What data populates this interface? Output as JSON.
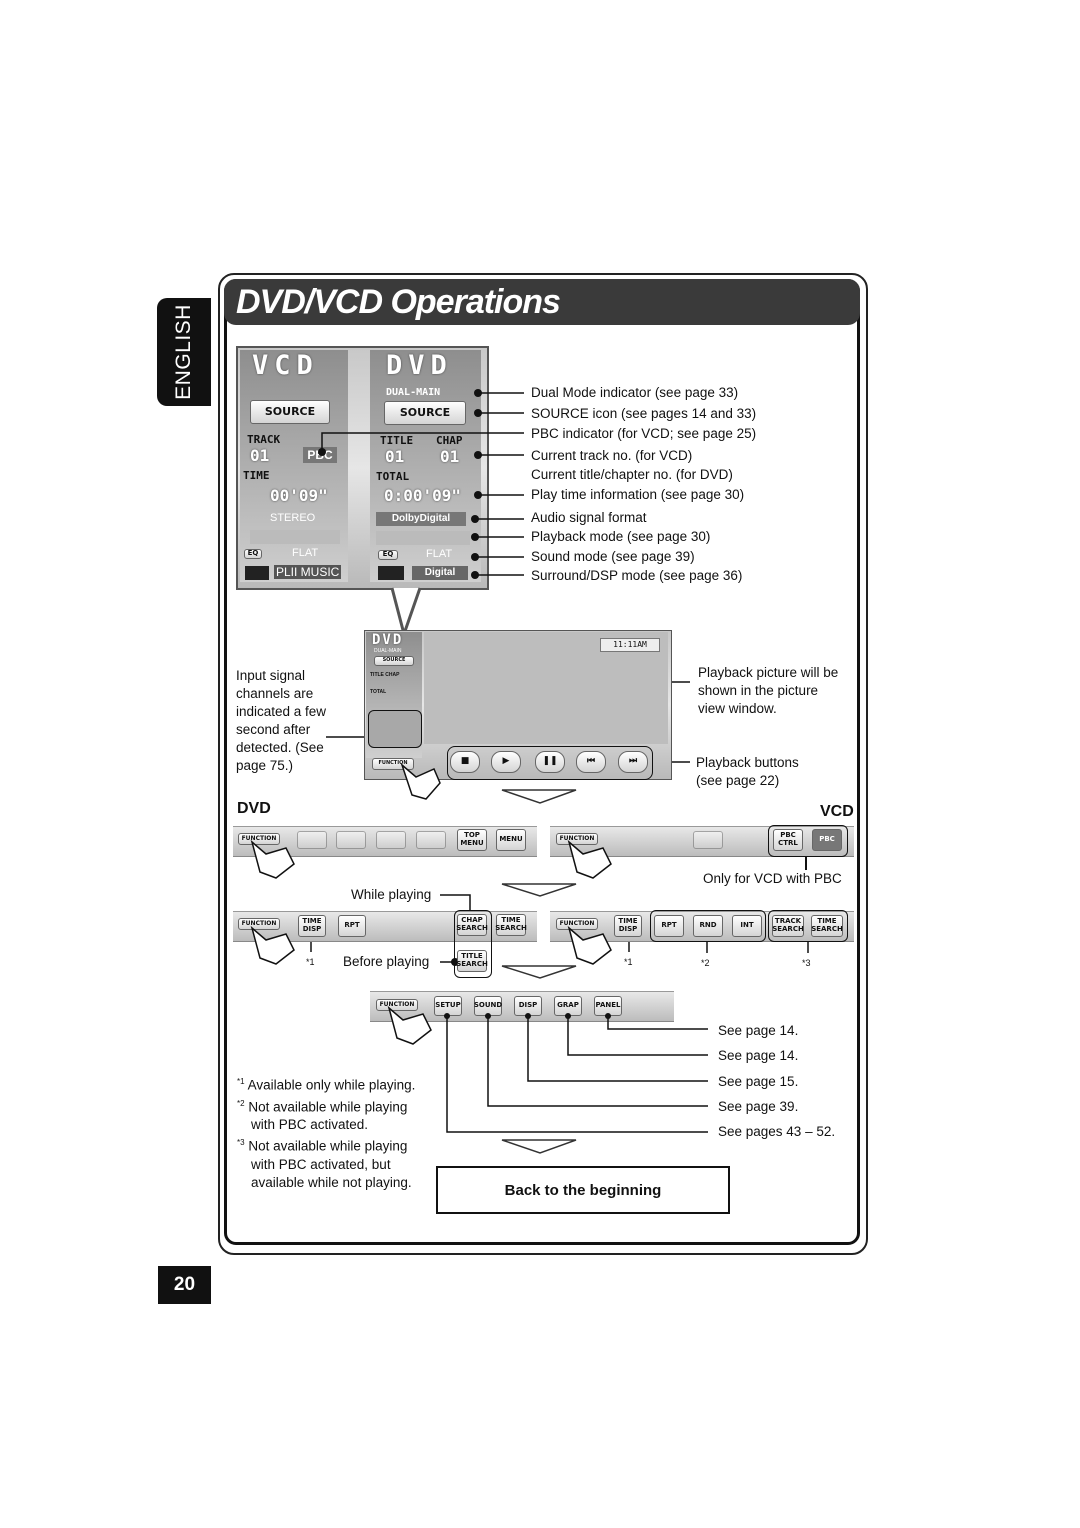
{
  "side_tab": "ENGLISH",
  "title": "DVD/VCD Operations",
  "page_number": "20",
  "vcd_screen": {
    "header": "VCD",
    "source": "SOURCE",
    "track_label": "TRACK",
    "track_no": "01",
    "pbc": "PBC",
    "time_label": "TIME",
    "time": "00'09\"",
    "audio": "STEREO",
    "eq": "EQ",
    "sound": "FLAT",
    "surround": "PLII MUSIC"
  },
  "dvd_screen": {
    "header": "DVD",
    "dual": "DUAL-MAIN",
    "source": "SOURCE",
    "title_label": "TITLE",
    "chap_label": "CHAP",
    "title_no": "01",
    "chap_no": "01",
    "total_label": "TOTAL",
    "time": "0:00'09\"",
    "audio": "DolbyDigital",
    "eq": "EQ",
    "sound": "FLAT",
    "surround": "Digital"
  },
  "callouts": [
    "Dual Mode indicator (see page 33)",
    "SOURCE icon (see pages 14 and 33)",
    "PBC indicator (for VCD; see page 25)",
    "Current track no. (for VCD)",
    "Current title/chapter no. (for DVD)",
    "Play time information (see page 30)",
    "Audio signal format",
    "Playback mode (see page 30)",
    "Sound mode (see page 39)",
    "Surround/DSP mode (see page 36)"
  ],
  "mini_screen": {
    "header": "DVD",
    "dual": "DUAL-MAIN",
    "source": "SOURCE",
    "title_chap": "TITLE CHAP",
    "total": "TOTAL",
    "clock": "11:11AM",
    "function": "FUNCTION"
  },
  "input_signal_note": [
    "Input signal",
    "channels are",
    "indicated a few",
    "second after",
    "detected. (See",
    "page 75.)"
  ],
  "playback_picture_note": [
    "Playback picture will be",
    "shown in the picture",
    "view window."
  ],
  "playback_buttons_note": [
    "Playback buttons",
    "(see page 22)"
  ],
  "sections": {
    "dvd": "DVD",
    "vcd": "VCD"
  },
  "dvd_bar1": [
    "FUNCTION",
    "TOP MENU",
    "MENU"
  ],
  "vcd_bar1": [
    "FUNCTION",
    "PBC CTRL",
    "PBC"
  ],
  "only_vcd_pbc": "Only for VCD with PBC",
  "while_playing": "While playing",
  "before_playing": "Before playing",
  "dvd_bar2": [
    "FUNCTION",
    "TIME DISP",
    "RPT",
    "CHAP SEARCH",
    "TIME SEARCH"
  ],
  "title_search": "TITLE SEARCH",
  "vcd_bar2": [
    "FUNCTION",
    "TIME DISP",
    "RPT",
    "RND",
    "INT",
    "TRACK SEARCH",
    "TIME SEARCH"
  ],
  "marks": [
    "*1",
    "*1",
    "*2",
    "*3"
  ],
  "bar3": [
    "FUNCTION",
    "SETUP",
    "SOUND",
    "DISP",
    "GRAP",
    "PANEL"
  ],
  "see_pages": [
    "See page 14.",
    "See page 14.",
    "See page 15.",
    "See page 39.",
    "See pages 43 – 52."
  ],
  "footnotes": [
    {
      "mark": "*1",
      "lines": [
        "Available only while playing."
      ]
    },
    {
      "mark": "*2",
      "lines": [
        "Not available while playing",
        "with PBC activated."
      ]
    },
    {
      "mark": "*3",
      "lines": [
        "Not available while playing",
        "with PBC activated, but",
        "available while not playing."
      ]
    }
  ],
  "back": "Back to the beginning"
}
